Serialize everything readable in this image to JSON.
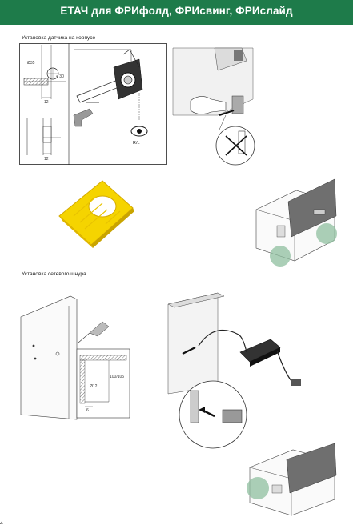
{
  "header": {
    "title": "ЕТАЧ для ФРИфолд, ФРИсвинг, ФРИслайд"
  },
  "sections": {
    "sensor": {
      "label": "Установка датчика на корпусе"
    },
    "cord": {
      "label": "Установка сетевого шнура"
    }
  },
  "dimensions": {
    "diameter_35": "Ø35",
    "offset_30": "< 30",
    "width_12_a": "12",
    "width_12_b": "12",
    "diameter_12": "Ø12",
    "height_100_105": "100/105",
    "depth_6": "6"
  },
  "labels": {
    "eye_rl": "R/L",
    "page_number": "4"
  },
  "colors": {
    "brand_green": "#1e7b4a",
    "highlight_green": "#8fbf9f",
    "yellow_part": "#f5d400"
  }
}
